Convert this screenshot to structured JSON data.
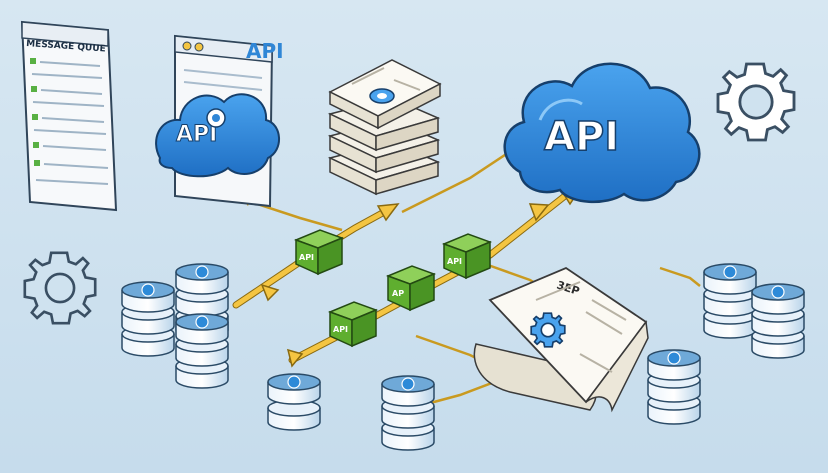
{
  "doc_panel": {
    "title": "MESSAGE QUUE"
  },
  "api_window": {
    "heading": "API",
    "cloud_label": "API"
  },
  "api_cloud": {
    "label": "API"
  },
  "doc_page": {
    "code": "3EP"
  },
  "packets": [
    "API",
    "AP",
    "API",
    "API"
  ],
  "colors": {
    "background": "#cfe2ef",
    "cloud_blue": "#2f86d6",
    "packet_green": "#5fae2f",
    "arrow_yellow": "#f4c542",
    "db_blue": "#6fa9d8"
  },
  "icons": {
    "gear": "gear-icon",
    "database": "database-icon",
    "cloud": "cloud-icon",
    "document": "document-icon"
  }
}
